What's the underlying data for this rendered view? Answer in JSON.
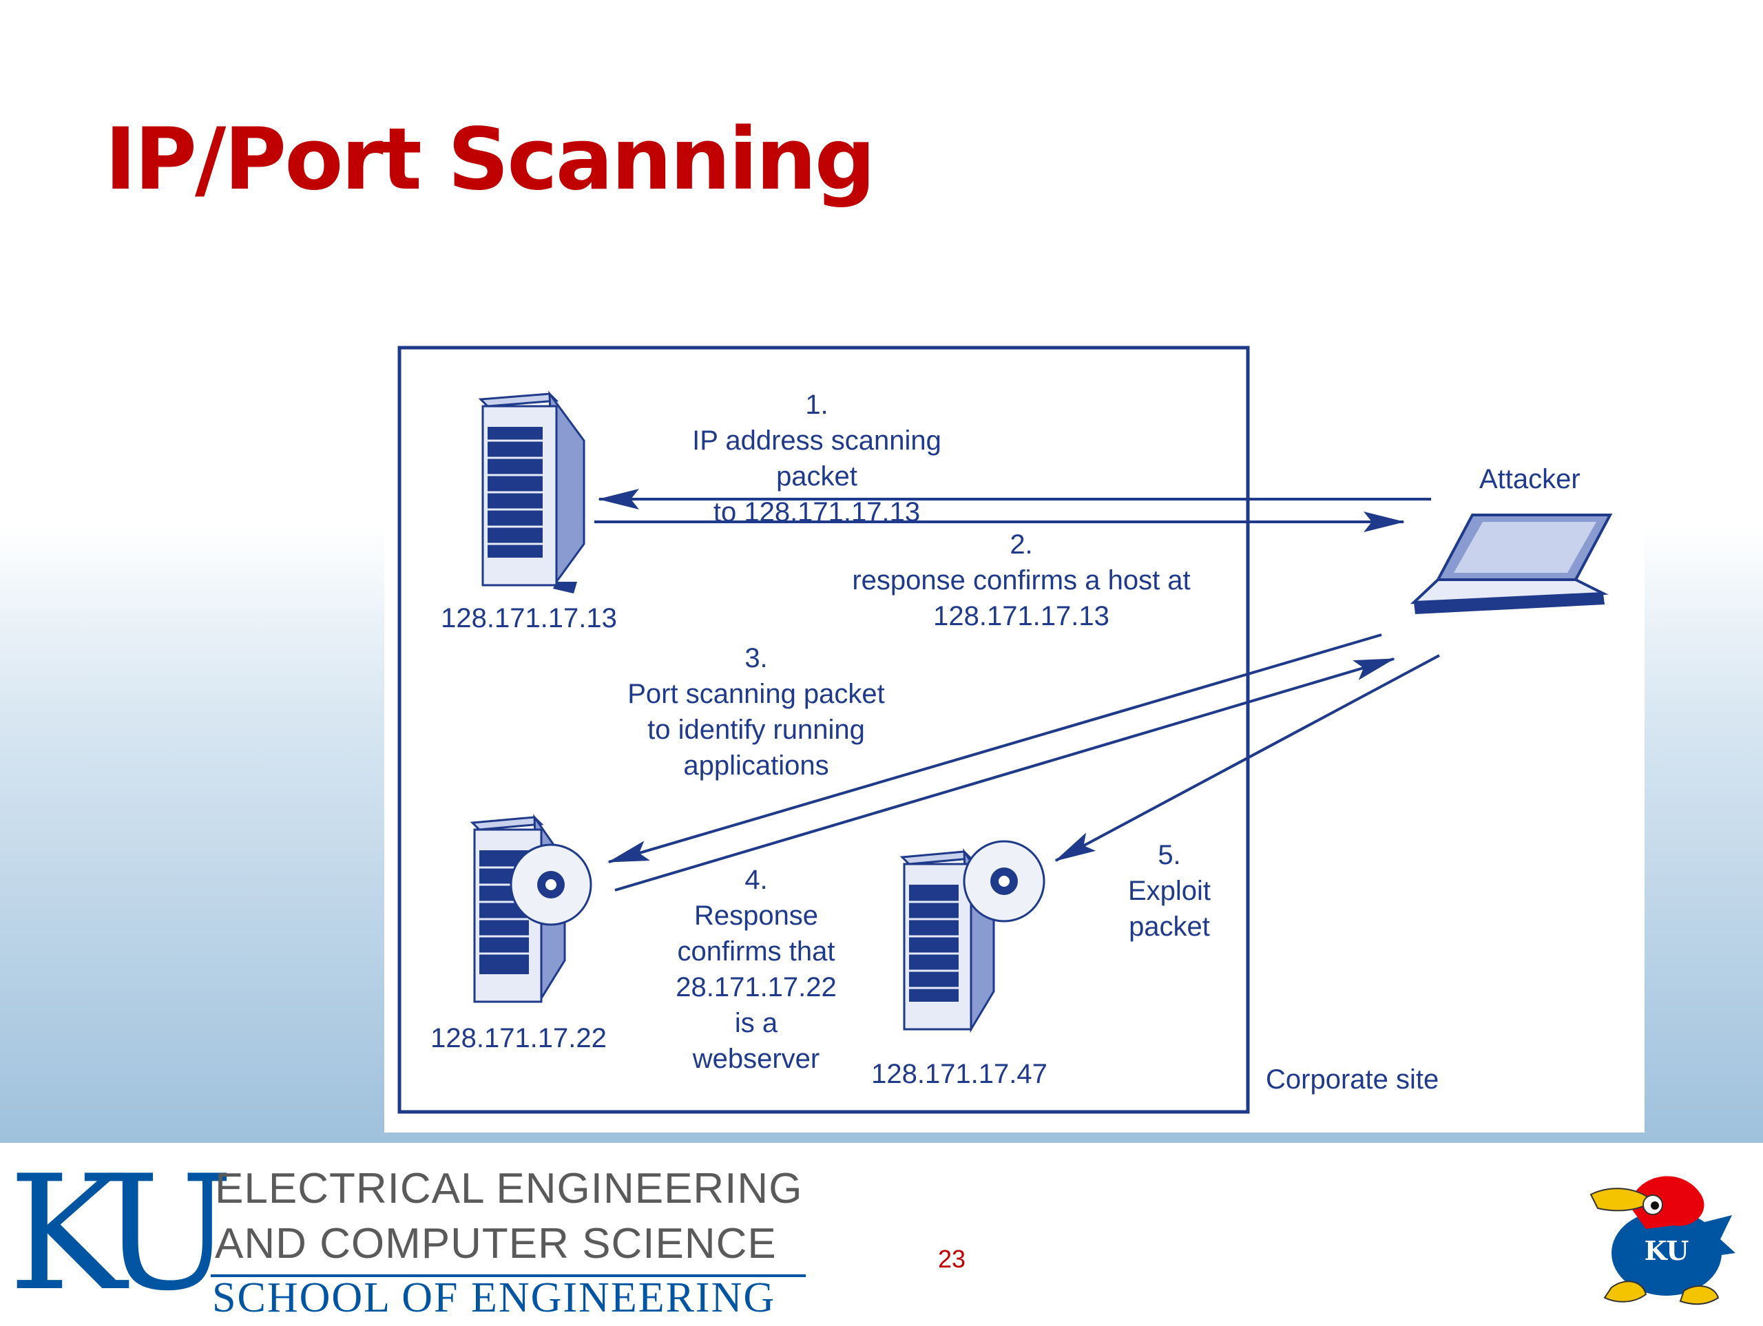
{
  "slide": {
    "title": "IP/Port Scanning",
    "page_number": "23"
  },
  "diagram": {
    "step1": "1.\nIP address scanning packet\nto 128.171.17.13",
    "step2": "2.\nresponse confirms a host at\n128.171.17.13",
    "step3": "3.\nPort scanning packet\nto identify running\napplications",
    "step4": "4.\nResponse\nconfirms that\n28.171.17.22\nis a\nwebserver",
    "step5": "5.\nExploit\npacket",
    "attacker": "Attacker",
    "host1": "128.171.17.13",
    "host2": "128.171.17.22",
    "host3": "128.171.17.47",
    "site": "Corporate site",
    "line_color": "#1f3a8a"
  },
  "footer": {
    "logo_letters": "KU",
    "dept_line1": "ELECTRICAL ENGINEERING",
    "dept_line2": "AND COMPUTER SCIENCE",
    "school": "SCHOOL OF ENGINEERING",
    "mascot_letters": "KU",
    "mascot_icon": "jayhawk-mascot-icon"
  },
  "colors": {
    "title": "#c00000",
    "ku_blue": "#0055a2",
    "diagram_ink": "#1f3a8a"
  }
}
